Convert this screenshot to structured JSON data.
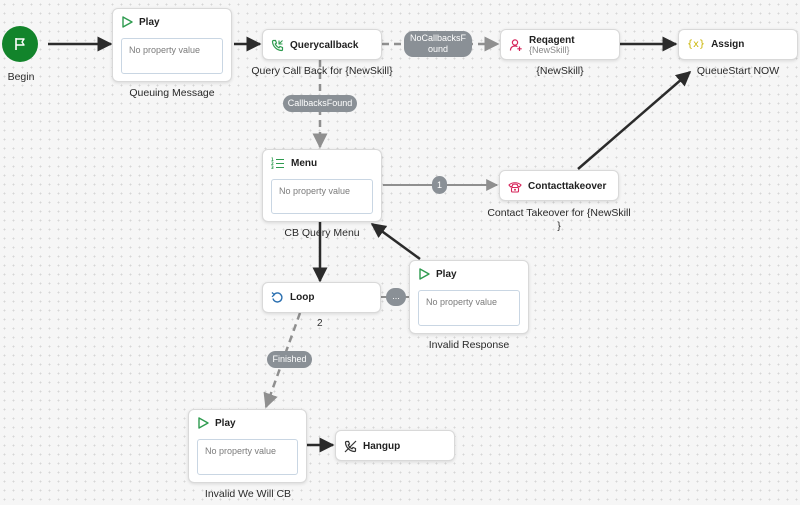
{
  "begin": {
    "label": "Begin"
  },
  "nodes": {
    "play_queuing": {
      "title": "Play",
      "placeholder": "No property value",
      "caption": "Queuing Message"
    },
    "querycallback": {
      "title": "Querycallback",
      "caption": "Query Call Back for {NewSkill}"
    },
    "reqagent": {
      "title": "Reqagent",
      "subtitle": "{NewSkill}",
      "caption": "{NewSkill}"
    },
    "assign": {
      "title": "Assign",
      "caption": "QueueStart NOW"
    },
    "menu": {
      "title": "Menu",
      "placeholder": "No property value",
      "caption": "CB Query Menu"
    },
    "contacttakeover": {
      "title": "Contacttakeover",
      "caption_line1": "Contact Takeover for {NewSkill",
      "caption_line2": "}"
    },
    "loop": {
      "title": "Loop",
      "count": "2"
    },
    "play_invalid_response": {
      "title": "Play",
      "placeholder": "No property value",
      "caption": "Invalid Response"
    },
    "play_invalid_we_will_cb": {
      "title": "Play",
      "placeholder": "No property value",
      "caption": "Invalid We Will CB"
    },
    "hangup": {
      "title": "Hangup"
    }
  },
  "edge_labels": {
    "no_callbacks_found_line1": "NoCallbacksF",
    "no_callbacks_found_line2": "ound",
    "callbacks_found": "CallbacksFound",
    "menu_option_1": "1",
    "loop_more": "...",
    "finished": "Finished"
  },
  "colors": {
    "begin": "#12842b",
    "play_icon": "#2e9b4f",
    "phone_icon": "#2e9b4f",
    "agent_icon": "#d6245a",
    "assign_icon": "#c9b400",
    "menu_icon": "#2e9b4f",
    "takeover_icon": "#d6245a",
    "loop_icon": "#2a6fb0",
    "hangup_icon": "#333333",
    "edge_dark": "#2b2b2b",
    "edge_dashed": "#8f8f8f",
    "pill": "#8a9096"
  }
}
